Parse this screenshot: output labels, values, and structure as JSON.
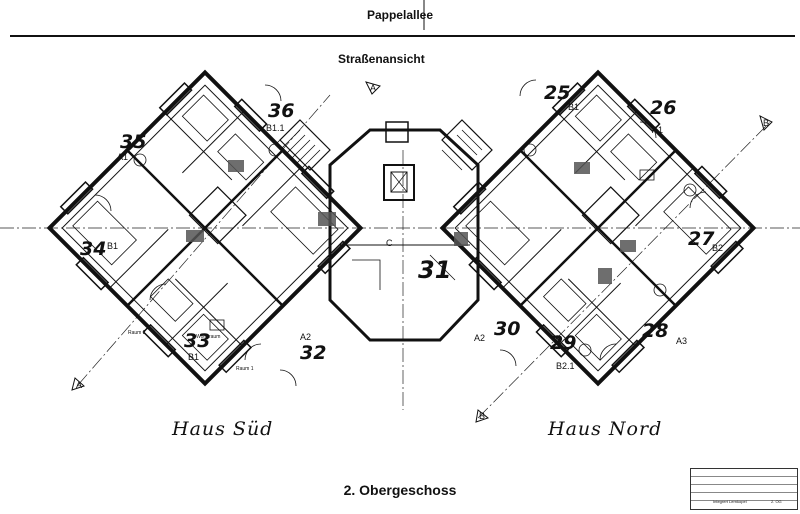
{
  "header": {
    "street": "Pappelallee",
    "view": "Straßenansicht"
  },
  "footer": {
    "floor": "2. Obergeschoss"
  },
  "houses": {
    "south": "Haus Süd",
    "north": "Haus Nord"
  },
  "units": [
    {
      "num": "35",
      "type": "A1"
    },
    {
      "num": "36",
      "type": "B1.1"
    },
    {
      "num": "34",
      "type": "B1"
    },
    {
      "num": "33",
      "type": "B1"
    },
    {
      "num": "32",
      "type": "A2"
    },
    {
      "num": "31",
      "type": "C"
    },
    {
      "num": "30",
      "type": "A2"
    },
    {
      "num": "29",
      "type": "B2.1"
    },
    {
      "num": "28",
      "type": "A3"
    },
    {
      "num": "27",
      "type": "B2"
    },
    {
      "num": "26",
      "type": "A1"
    },
    {
      "num": "25",
      "type": "B1"
    }
  ],
  "room_labels": {
    "room2": "Raum 2",
    "living": "Wohnraum",
    "room1": "Raum 1"
  },
  "section_markers": {
    "a": "A",
    "b": "B"
  },
  "stamp": {
    "line1": "Integrert Lernkopel",
    "line2": "2. OG"
  }
}
